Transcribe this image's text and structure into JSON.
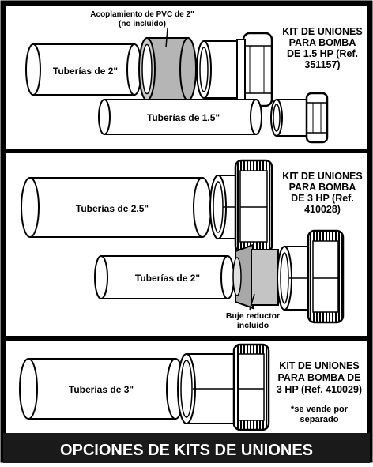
{
  "panels": [
    {
      "kit_title": [
        "KIT DE UNIONES",
        "PARA BOMBA",
        "DE 1.5 HP (Ref.",
        "351157)"
      ],
      "pipe_a_label": "Tuberías de 2\"",
      "coupling_callout": [
        "Acoplamiento de PVC de 2\"",
        "(no incluido)"
      ],
      "pipe_b_label": "Tuberías de 1.5\""
    },
    {
      "kit_title": [
        "KIT DE UNIONES",
        "PARA BOMBA",
        "DE 3 HP (Ref.",
        "410028)"
      ],
      "pipe_a_label": "Tuberías de 2.5\"",
      "pipe_b_label": "Tuberías de 2\"",
      "bushing_callout": [
        "Buje reductor",
        "incluido"
      ]
    },
    {
      "kit_title": [
        "KIT DE UNIONES",
        "PARA BOMBA DE",
        "3 HP (Ref. 410029)"
      ],
      "pipe_a_label": "Tuberías de 3\"",
      "note": [
        "*se vende por",
        "separado"
      ]
    }
  ],
  "footer": {
    "title": "OPCIONES DE KITS DE UNIONES"
  },
  "colors": {
    "frame": "#000000",
    "coupling_gray": "#b5b5b5",
    "bushing_gray": "#a8a8a8",
    "footer_bg": "#1a1a1a"
  }
}
